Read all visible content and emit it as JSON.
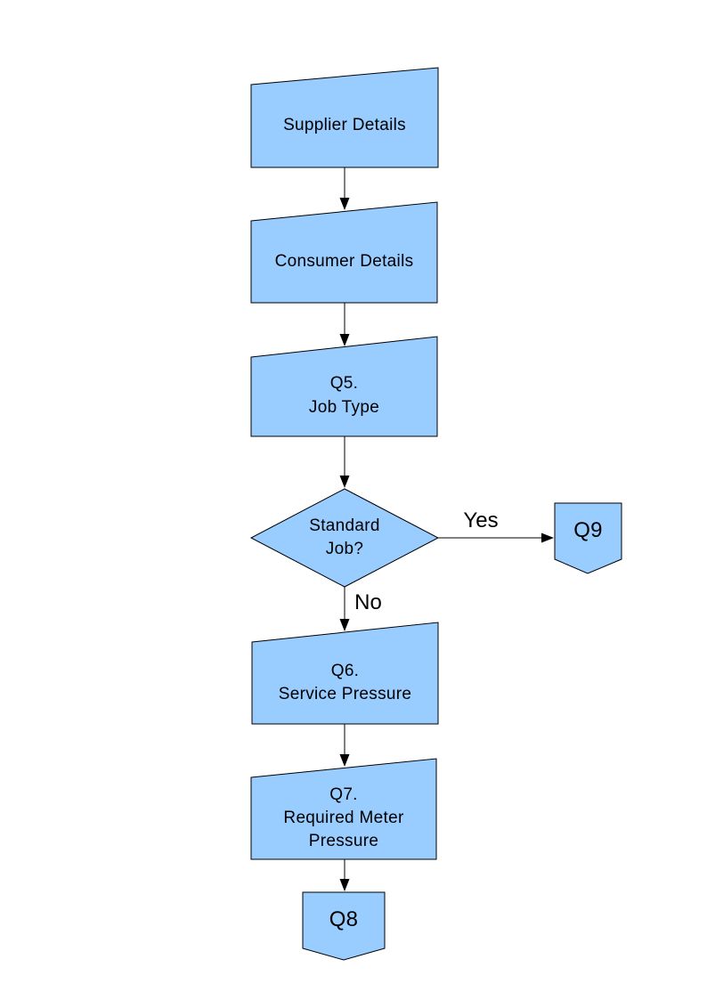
{
  "diagram": {
    "colors": {
      "node_fill": "#99CCFF",
      "node_border": "#000000",
      "text": "#000000",
      "page_background": "#ffffff"
    },
    "nodes": {
      "supplier": {
        "type": "manual-input",
        "label": "Supplier Details"
      },
      "consumer": {
        "type": "manual-input",
        "label": "Consumer Details"
      },
      "q5": {
        "type": "manual-input",
        "label": "Q5.\nJob Type"
      },
      "decision": {
        "type": "decision",
        "label": "Standard\nJob?"
      },
      "q9": {
        "type": "off-page-connector",
        "label": "Q9"
      },
      "q6": {
        "type": "manual-input",
        "label": "Q6.\nService Pressure"
      },
      "q7": {
        "type": "manual-input",
        "label": "Q7.\nRequired Meter\nPressure"
      },
      "q8": {
        "type": "off-page-connector",
        "label": "Q8"
      }
    },
    "edge_labels": {
      "yes": "Yes",
      "no": "No"
    }
  }
}
